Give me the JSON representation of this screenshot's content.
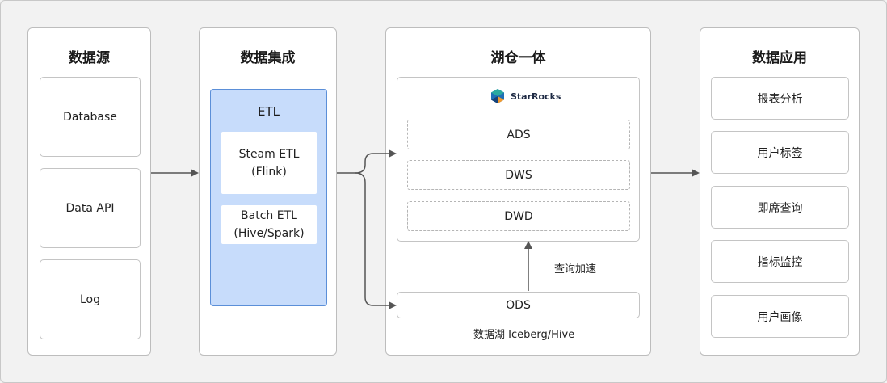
{
  "columns": {
    "source": {
      "title": "数据源",
      "items": [
        "Database",
        "Data API",
        "Log"
      ]
    },
    "integration": {
      "title": "数据集成",
      "etl_title": "ETL",
      "items": [
        {
          "line1": "Steam ETL",
          "line2": "(Flink)"
        },
        {
          "line1": "Batch ETL",
          "line2": "(Hive/Spark)"
        }
      ]
    },
    "lakehouse": {
      "title": "湖仓一体",
      "logo_text": "StarRocks",
      "layers": [
        "ADS",
        "DWS",
        "DWD"
      ],
      "ods": "ODS",
      "accel_label": "查询加速",
      "lake_label": "数据湖 Iceberg/Hive"
    },
    "apps": {
      "title": "数据应用",
      "items": [
        "报表分析",
        "用户标签",
        "即席查询",
        "指标监控",
        "用户画像"
      ]
    }
  },
  "colors": {
    "etl_fill": "#c7dcfb",
    "etl_border": "#5b8fd8",
    "arrow": "#555555",
    "logo_blue": "#1f6fb5",
    "logo_teal": "#2aa9a0",
    "logo_orange": "#f29a2e"
  }
}
